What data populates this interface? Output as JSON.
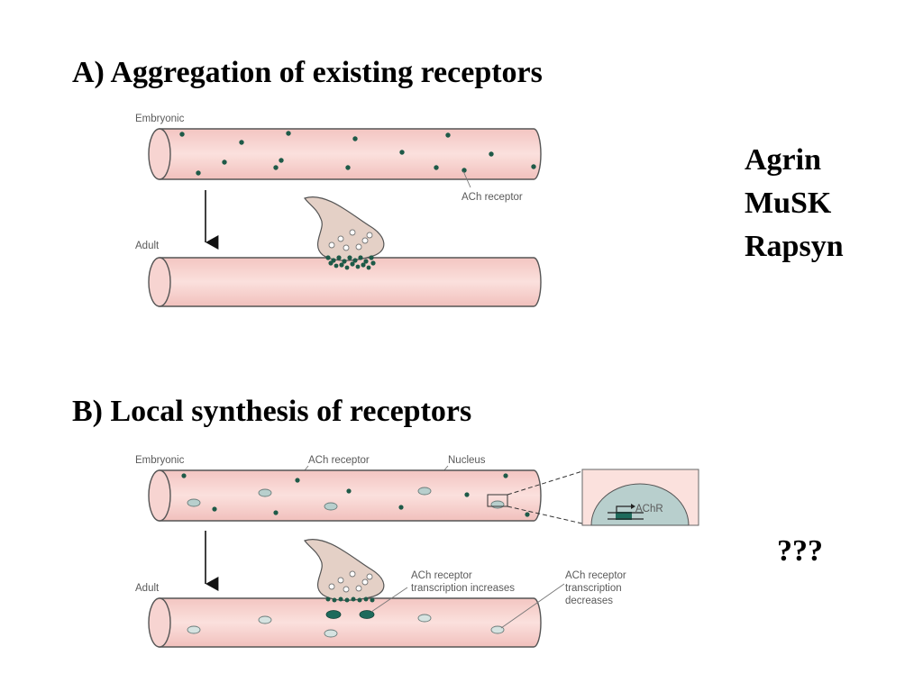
{
  "section_a": {
    "title": "A) Aggregation of existing receptors",
    "label_embryonic": "Embryonic",
    "label_adult": "Adult",
    "label_ach_receptor": "ACh  receptor"
  },
  "section_b": {
    "title": "B) Local synthesis of receptors",
    "label_embryonic": "Embryonic",
    "label_adult": "Adult",
    "label_ach_receptor": "ACh  receptor",
    "label_nucleus": "Nucleus",
    "label_achr": "AChR",
    "label_increase_1": "ACh  receptor",
    "label_increase_2": "transcription  increases",
    "label_decrease_1": "ACh  receptor",
    "label_decrease_2": "transcription",
    "label_decrease_3": "decreases"
  },
  "side_labels": {
    "molecules": [
      "Agrin",
      "MuSK",
      "Rapsyn"
    ],
    "unknown": "???"
  },
  "colors": {
    "fiber_fill": "#f6d0cd",
    "fiber_stroke": "#555555",
    "receptor_dot": "#1e5a48",
    "nucleus_fill": "#b8cfcd",
    "active_nucleus": "#1e6b5c",
    "terminal_fill": "#e4d0c6"
  }
}
